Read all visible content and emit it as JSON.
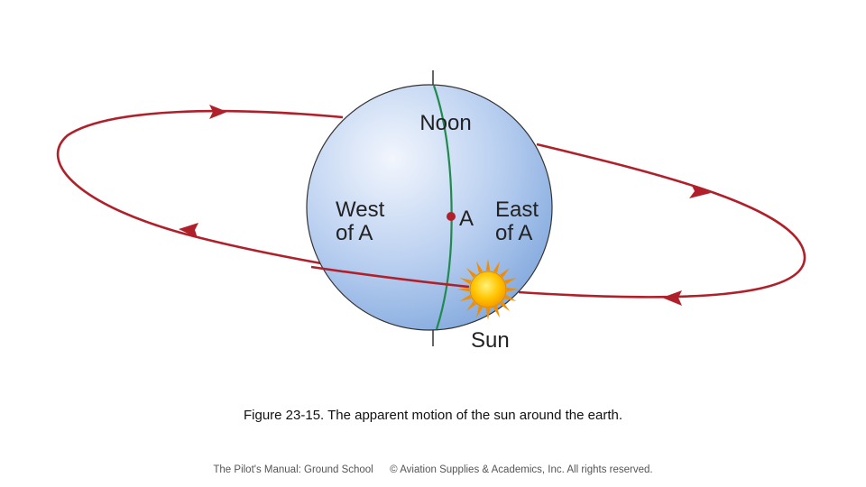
{
  "diagram": {
    "labels": {
      "noon": "Noon",
      "west_line1": "West",
      "west_line2": "of A",
      "point": "A",
      "east_line1": "East",
      "east_line2": "of A",
      "sun": "Sun"
    },
    "colors": {
      "orbit": "#b0202a",
      "globe_light": "#e6eefb",
      "globe_dark": "#7ea6dc",
      "meridian": "#1f8a4c",
      "point": "#b0202a",
      "sun_core": "#ffb400",
      "sun_rays": "#f28c00"
    }
  },
  "caption": {
    "figure_number": "Figure 23-15.",
    "text": "The apparent motion of the sun around the earth."
  },
  "footer": {
    "book": "The Pilot's Manual: Ground School",
    "copyright": "© Aviation Supplies & Academics, Inc. All rights reserved."
  }
}
